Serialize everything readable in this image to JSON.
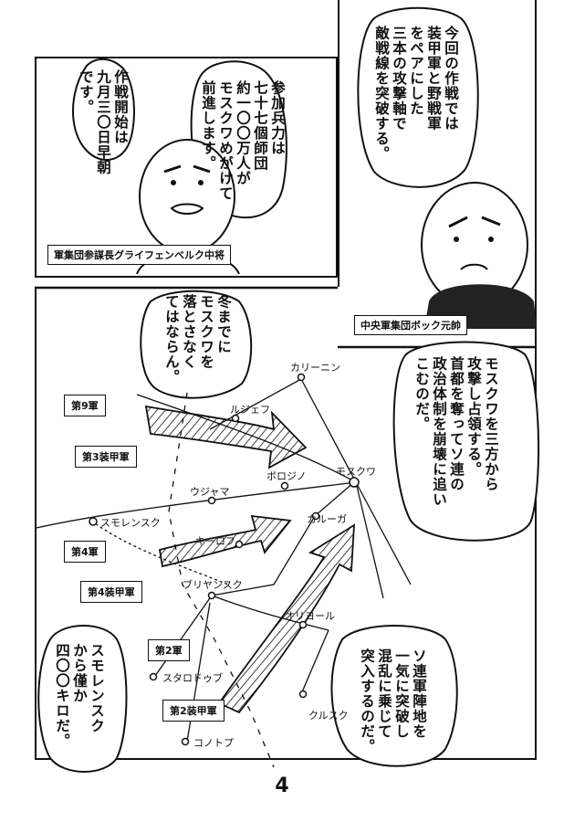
{
  "panel1": {
    "caption": "軍集団参謀長グライフェンベルク中将",
    "speech_right": "参加兵力は\n七十七個師団\n約一〇〇万人が\nモスクワめがけて\n前進します。",
    "speech_left": "作戦開始は\n九月三〇日早朝\nです。"
  },
  "panel2": {
    "caption": "中央軍集団ボック元帥",
    "speech": "今回の作戦では\n装甲軍と野戦軍\nをペアにした\n三本の攻撃軸で\n敵戦線を突破する。"
  },
  "panel3": {
    "speech_top": "冬までに\nモスクワを\n落とさなく\nてはならん。",
    "speech_right": "モスクワを三方から\n攻撃し占領する。\n首都を奪ってソ連の\n政治体制を崩壊に追い\nこむのだ。",
    "speech_bottom_right": "ソ連軍陣地を\n一気に突破し\n混乱に乗じて\n突入するのだ。",
    "speech_bottom_left": "スモレンスク\nから僅か\n四〇〇キロだ。",
    "cities": {
      "kalinin": "カリーニン",
      "rzhev": "ルジェフ",
      "moscow": "モスクワ",
      "borodino": "ボロジノ",
      "vyazma": "ウジャマ",
      "smolensk": "スモレンスク",
      "kaluga": "カルーガ",
      "kirov": "キーロフ",
      "bryansk": "ブリヤンスク",
      "orel": "オリヨール",
      "starodub": "スタロドゥブ",
      "kursk": "クルスク",
      "konotop": "コノトプ"
    },
    "armies": {
      "a9": "第9軍",
      "p3": "第3装甲軍",
      "a4": "第4軍",
      "p4": "第4装甲軍",
      "a2": "第2軍",
      "p2": "第2装甲軍"
    }
  },
  "page_number": "4"
}
